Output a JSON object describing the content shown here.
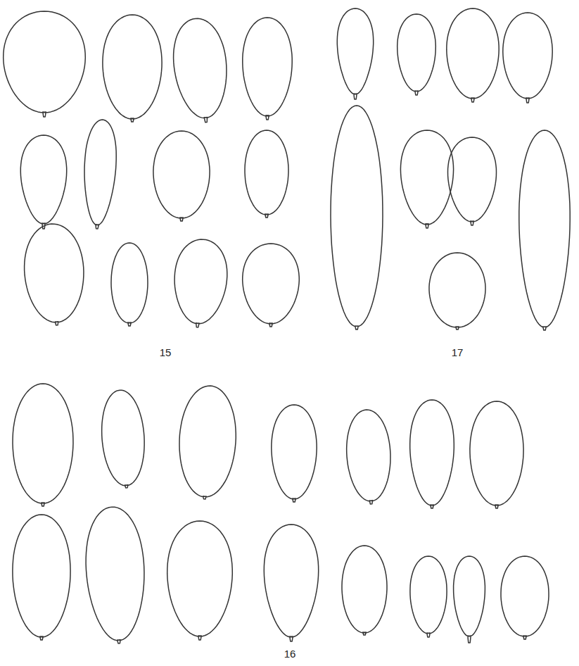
{
  "diagram": {
    "labels": [
      "15",
      "17",
      "16"
    ]
  }
}
